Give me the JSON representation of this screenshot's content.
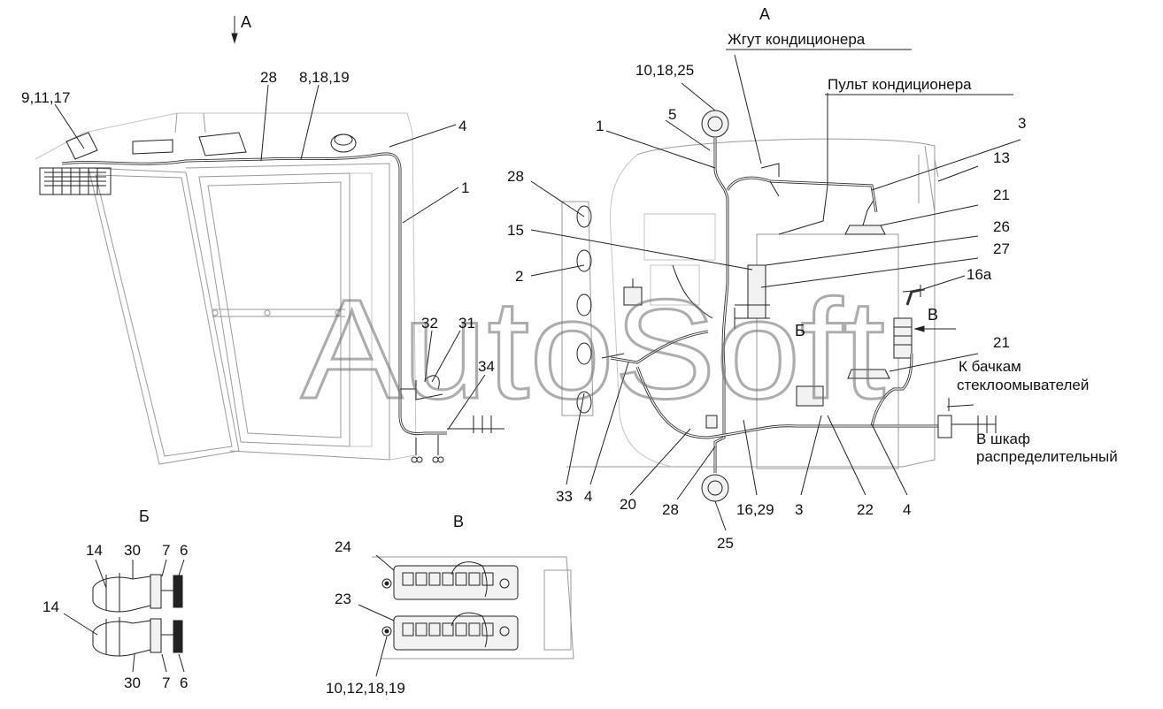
{
  "watermark": "AutoSoft",
  "views": {
    "left": {
      "arrow_label": "А"
    },
    "right": {
      "title": "А"
    },
    "b_detail": {
      "title": "Б"
    },
    "v_detail": {
      "title": "В"
    }
  },
  "callouts": {
    "left": [
      "9,11,17",
      "28",
      "8,18,19",
      "4",
      "1",
      "32",
      "31",
      "34"
    ],
    "right_top": [
      "10,18,25",
      "5",
      "1",
      "28",
      "15",
      "2",
      "33",
      "4",
      "20",
      "28",
      "16,29",
      "3",
      "22",
      "4",
      "25"
    ],
    "right_side": [
      "3",
      "13",
      "21",
      "26",
      "27",
      "16а",
      "21"
    ],
    "b_detail": [
      "14",
      "30",
      "7",
      "6",
      "14",
      "30",
      "7",
      "6"
    ],
    "v_detail": [
      "24",
      "23",
      "10,12,18,19"
    ]
  },
  "notes": {
    "ac_harness": "Жгут кондиционера",
    "ac_panel": "Пульт кондиционера",
    "washer_line1": "К бачкам",
    "washer_line2": "стеклоомывателей",
    "cabinet_line1": "В шкаф",
    "cabinet_line2": "распределительный",
    "view_b_marker": "Б",
    "view_v_marker": "В"
  }
}
